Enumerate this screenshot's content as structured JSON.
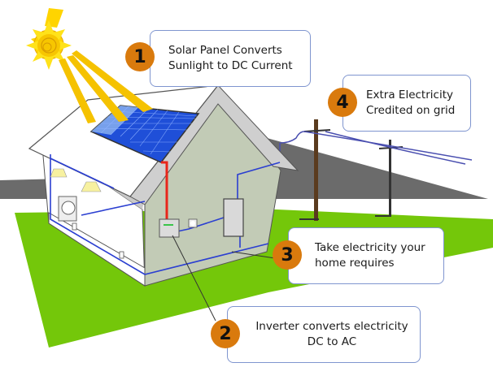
{
  "title": "How a grid-tied solar power system works",
  "colors": {
    "badge": "#d97a0d",
    "callout_border": "#7f95cf",
    "ground": "#74c70a",
    "wire_ac": "#2b3fd1",
    "wire_dc": "#e8261b",
    "sun": "#ffd400",
    "panel": "#1f4fd8",
    "wall": "#c9c9c9",
    "mountain": "#6b6b6b"
  },
  "steps": [
    {
      "number": "1",
      "line1": "Solar Panel Converts",
      "line2": "Sunlight to DC Current"
    },
    {
      "number": "2",
      "line1": "Inverter converts electricity",
      "line2": "DC to AC"
    },
    {
      "number": "3",
      "line1": "Take electricity your",
      "line2": "home requires"
    },
    {
      "number": "4",
      "line1": "Extra Electricity",
      "line2": "Credited on grid"
    }
  ],
  "icons": {
    "sun": "sun-icon",
    "solar_panel": "solar-panel-icon",
    "inverter": "inverter-icon",
    "meter": "meter-icon",
    "breaker_panel": "breaker-panel-icon",
    "lamp": "ceiling-lamp-icon",
    "washing_machine": "washing-machine-icon",
    "outlet": "outlet-icon",
    "utility_pole": "utility-pole-icon"
  }
}
